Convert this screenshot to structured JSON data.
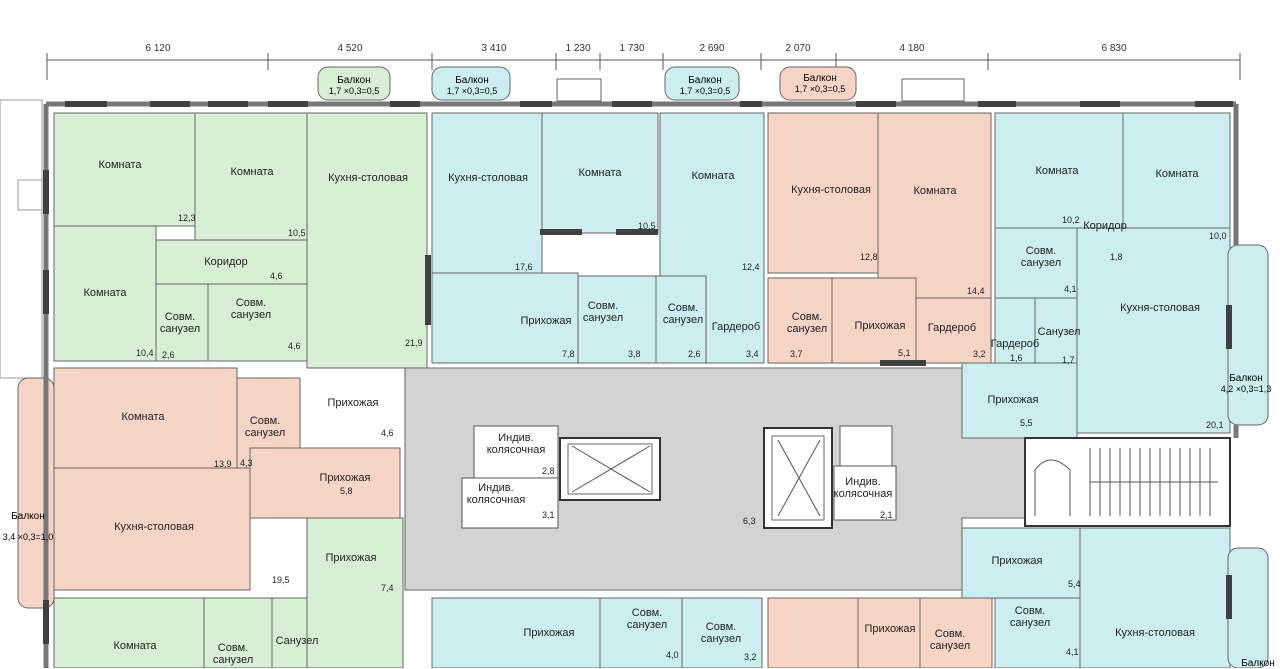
{
  "colors": {
    "green": "#d8efd5",
    "cyan": "#cdeef0",
    "peach": "#f6d5c6",
    "corridor": "#d3d3d3",
    "wall": "#777777",
    "window": "#404040",
    "line": "#555555"
  },
  "dimensions": [
    "6 120",
    "4 520",
    "3 410",
    "1 230",
    "1 730",
    "2 690",
    "2 070",
    "4 180",
    "6 830"
  ],
  "balconies": [
    {
      "label": "Балкон",
      "size": "1,7 ×0,3=0,5"
    },
    {
      "label": "Балкон",
      "size": "1,7 ×0,3=0,5"
    },
    {
      "label": "Балкон",
      "size": "1,7 ×0,3=0,5"
    },
    {
      "label": "Балкон",
      "size": "1,7 ×0,3=0,5"
    },
    {
      "label": "Балкон",
      "size": "4,2 ×0,3=1,3"
    },
    {
      "label": "Балкон",
      "size": "3,4 ×0,3=1,0"
    },
    {
      "label": "Балкон",
      "size": ""
    }
  ],
  "rooms": [
    {
      "name": "Комната",
      "area": "12,3"
    },
    {
      "name": "Комната",
      "area": "10,5"
    },
    {
      "name": "Кухня-столовая",
      "area": "21,9"
    },
    {
      "name": "Коридор",
      "area": "4,6"
    },
    {
      "name": "Комната",
      "area": "10,4"
    },
    {
      "name": "Совм. санузел",
      "area": "2,6"
    },
    {
      "name": "Совм. санузел",
      "area": "4,6"
    },
    {
      "name": "Кухня-столовая",
      "area": "17,6"
    },
    {
      "name": "Комната",
      "area": "10,5"
    },
    {
      "name": "Комната",
      "area": "12,4"
    },
    {
      "name": "Прихожая",
      "area": "7,8"
    },
    {
      "name": "Совм. санузел",
      "area": "3,8"
    },
    {
      "name": "Совм. санузел",
      "area": "2,6"
    },
    {
      "name": "Гардероб",
      "area": "3,4"
    },
    {
      "name": "Кухня-столовая",
      "area": "12,8"
    },
    {
      "name": "Комната",
      "area": "14,4"
    },
    {
      "name": "Совм. санузел",
      "area": "3,7"
    },
    {
      "name": "Прихожая",
      "area": "5,1"
    },
    {
      "name": "Гардероб",
      "area": "3,2"
    },
    {
      "name": "Комната",
      "area": "10,2"
    },
    {
      "name": "Комната",
      "area": "10,0"
    },
    {
      "name": "Коридор",
      "area": "1,8"
    },
    {
      "name": "Совм. санузел",
      "area": "4,1"
    },
    {
      "name": "Кухня-столовая",
      "area": "20,1"
    },
    {
      "name": "Санузел",
      "area": "1,7"
    },
    {
      "name": "Гардероб",
      "area": "1,6"
    },
    {
      "name": "Прихожая",
      "area": "5,5"
    },
    {
      "name": "Прихожая",
      "area": "4,6"
    },
    {
      "name": "Комната",
      "area": "13,9"
    },
    {
      "name": "Совм. санузел",
      "area": "4,3"
    },
    {
      "name": "Прихожая",
      "area": "5,8"
    },
    {
      "name": "Кухня-столовая",
      "area": "19,5"
    },
    {
      "name": "Прихожая",
      "area": "7,4"
    },
    {
      "name": "Индив. колясочная",
      "area": "2,8"
    },
    {
      "name": "Индив. колясочная",
      "area": "3,1"
    },
    {
      "name": "",
      "area": "6,3"
    },
    {
      "name": "Индив. колясочная",
      "area": "2,1"
    },
    {
      "name": "Прихожая",
      "area": "5,4"
    },
    {
      "name": "Совм. санузел",
      "area": "4,1"
    },
    {
      "name": "Кухня-столовая",
      "area": ""
    },
    {
      "name": "Комната",
      "area": ""
    },
    {
      "name": "Совм. санузел",
      "area": ""
    },
    {
      "name": "Санузел",
      "area": ""
    },
    {
      "name": "Прихожая",
      "area": ""
    },
    {
      "name": "Совм. санузел",
      "area": "4,0"
    },
    {
      "name": "Совм. санузел",
      "area": "3,2"
    },
    {
      "name": "Прихожая",
      "area": ""
    },
    {
      "name": "Совм. санузел",
      "area": ""
    }
  ]
}
